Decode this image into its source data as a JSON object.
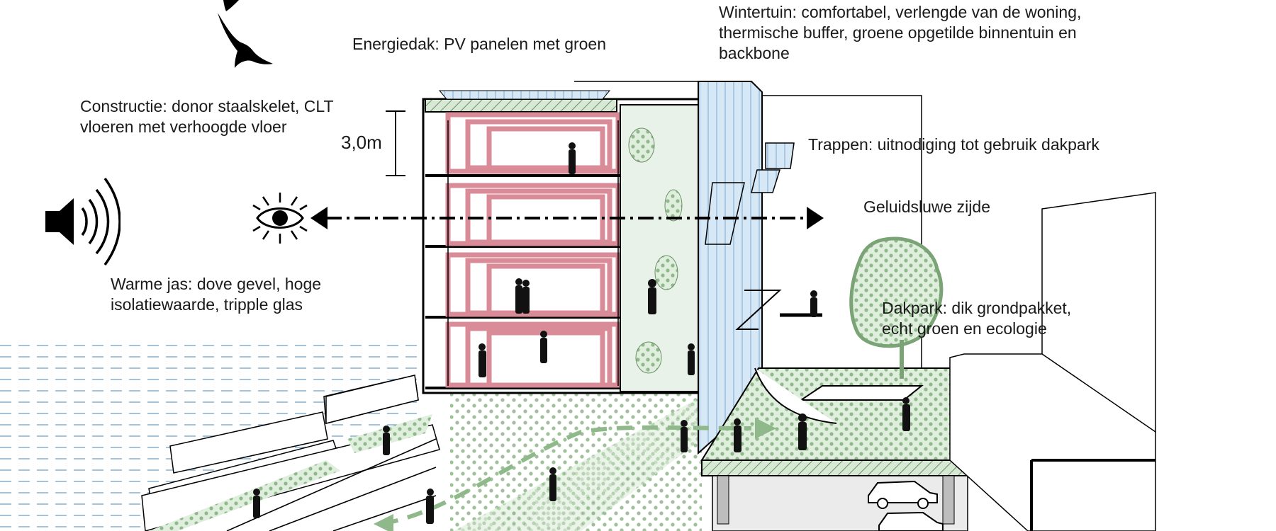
{
  "labels": {
    "energiedak": "Energiedak: PV panelen met groen",
    "wintertuin": [
      "Wintertuin: comfortabel, verlengde van de woning,",
      "thermische buffer, groene opgetilde binnentuin en",
      "backbone"
    ],
    "constructie": [
      "Constructie: donor staalskelet, CLT",
      "vloeren met verhoogde  vloer"
    ],
    "trappen": "Trappen: uitnodiging tot gebruik dakpark",
    "geluidsluwe": "Geluidsluwe zijde",
    "warme_jas": [
      "Warme jas: dove gevel, hoge",
      "isolatiewaarde, tripple glas"
    ],
    "dakpark": [
      "Dakpark: dik grondpakket,",
      "echt groen en  ecologie"
    ],
    "floor_height": "3,0m"
  },
  "icons": [
    "bird-icon",
    "speaker-sound-icon",
    "eye-icon"
  ],
  "colors": {
    "structure_frame": "#d98c98",
    "green_roof": "#c9dfc6",
    "green_dots": "#8fb98a",
    "glass": "#cfe3f3",
    "water_lines": "#6fa3cc",
    "outline": "#000000"
  }
}
